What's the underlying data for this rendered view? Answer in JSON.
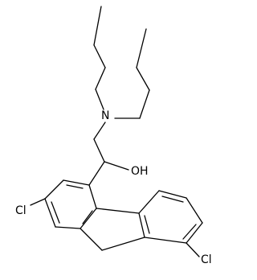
{
  "structure": {
    "atoms": {
      "nitrogen": "N",
      "hydroxyl": "OH",
      "chlorine_left": "Cl",
      "chlorine_right": "Cl"
    },
    "colors": {
      "bond": "#000000",
      "label": "#000000",
      "background": "#ffffff"
    }
  }
}
